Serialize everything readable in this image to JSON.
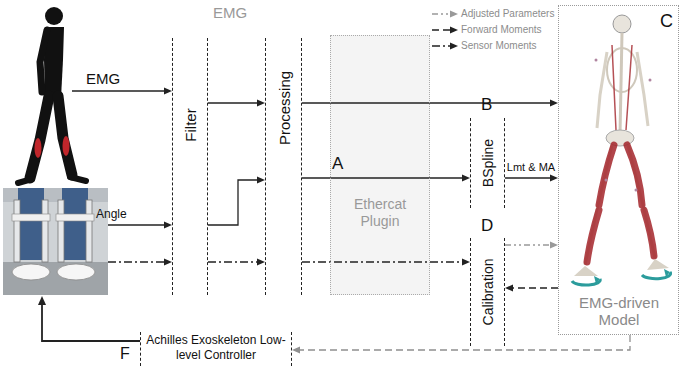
{
  "diagram": {
    "nodes": [
      {
        "text": [
          "Filter"
        ]
      },
      {
        "text": [
          "Processing"
        ]
      },
      {
        "text": [
          "Ethercat Plugin"
        ]
      },
      {
        "text": [
          "BSpline"
        ]
      },
      {
        "text": [
          "Calibration"
        ]
      },
      {
        "text": [
          "EMG-driven Model"
        ]
      },
      {
        "text": [
          "Achilles Exoskeleton Low-level Controller"
        ]
      }
    ],
    "edges": [
      {
        "from": 0,
        "to": 1,
        "arrow": "to"
      },
      {
        "from": 0,
        "to": 1,
        "arrow": "to"
      },
      {
        "from": 0,
        "to": 1,
        "arrow": "to"
      },
      {
        "from": 1,
        "to": 5,
        "arrow": "to"
      },
      {
        "from": 1,
        "to": 3,
        "label": "A",
        "arrow": "to"
      },
      {
        "from": 1,
        "to": 4,
        "arrow": "to"
      },
      {
        "from": 3,
        "to": 5,
        "label": "Lmt & MA",
        "arrow": "to"
      },
      {
        "from": 4,
        "to": 5,
        "arrow": "to"
      },
      {
        "from": 5,
        "to": 4,
        "arrow": "to"
      },
      {
        "from": 5,
        "to": 6,
        "arrow": "to"
      }
    ],
    "labels": [
      "EMG",
      "EMG",
      "Angle",
      "B",
      "C",
      "D",
      "F"
    ],
    "legend": [
      {
        "text": "Adjusted Parameters"
      },
      {
        "text": "Forward Moments"
      },
      {
        "text": "Sensor Moments"
      }
    ]
  }
}
